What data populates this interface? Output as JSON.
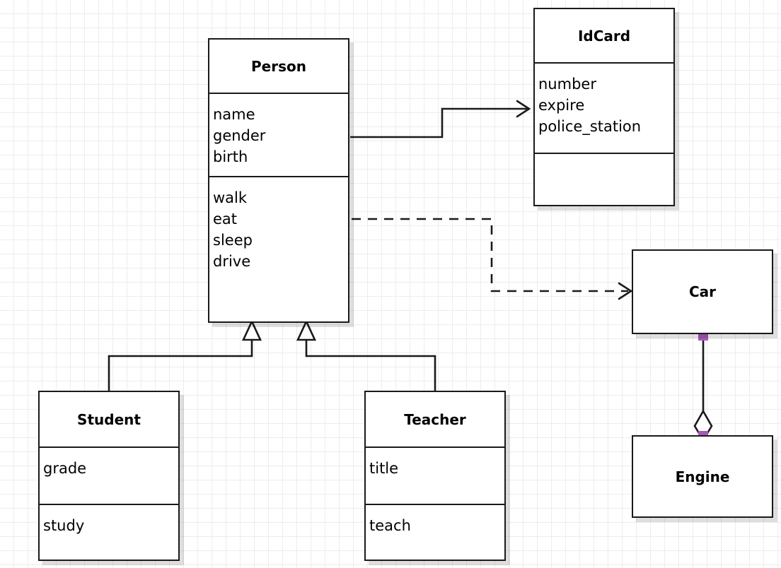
{
  "diagram": {
    "type": "uml-class-diagram",
    "background": "#ffffff",
    "grid_color": "#ededed",
    "line_color": "#1a1a1a",
    "endpoint_color": "#a757b8"
  },
  "classes": {
    "person": {
      "name": "Person",
      "attributes": [
        "name",
        "gender",
        "birth"
      ],
      "methods": [
        "walk",
        "eat",
        "sleep",
        "drive"
      ]
    },
    "idcard": {
      "name": "IdCard",
      "attributes": [
        "number",
        "expire",
        "police_station"
      ],
      "methods": []
    },
    "student": {
      "name": "Student",
      "attributes": [
        "grade"
      ],
      "methods": [
        "study"
      ]
    },
    "teacher": {
      "name": "Teacher",
      "attributes": [
        "title"
      ],
      "methods": [
        "teach"
      ]
    },
    "car": {
      "name": "Car",
      "attributes": [],
      "methods": []
    },
    "engine": {
      "name": "Engine",
      "attributes": [],
      "methods": []
    }
  },
  "relations": [
    {
      "id": "person-idcard",
      "kind": "association",
      "from": "Person",
      "to": "IdCard",
      "style": "solid",
      "arrow": "open"
    },
    {
      "id": "person-car",
      "kind": "dependency",
      "from": "Person",
      "to": "Car",
      "style": "dashed",
      "arrow": "open"
    },
    {
      "id": "student-person",
      "kind": "generalization",
      "from": "Student",
      "to": "Person",
      "style": "solid",
      "arrow": "hollow-triangle"
    },
    {
      "id": "teacher-person",
      "kind": "generalization",
      "from": "Teacher",
      "to": "Person",
      "style": "solid",
      "arrow": "hollow-triangle"
    },
    {
      "id": "car-engine",
      "kind": "aggregation",
      "from": "Car",
      "to": "Engine",
      "style": "solid",
      "arrow": "hollow-diamond"
    }
  ]
}
